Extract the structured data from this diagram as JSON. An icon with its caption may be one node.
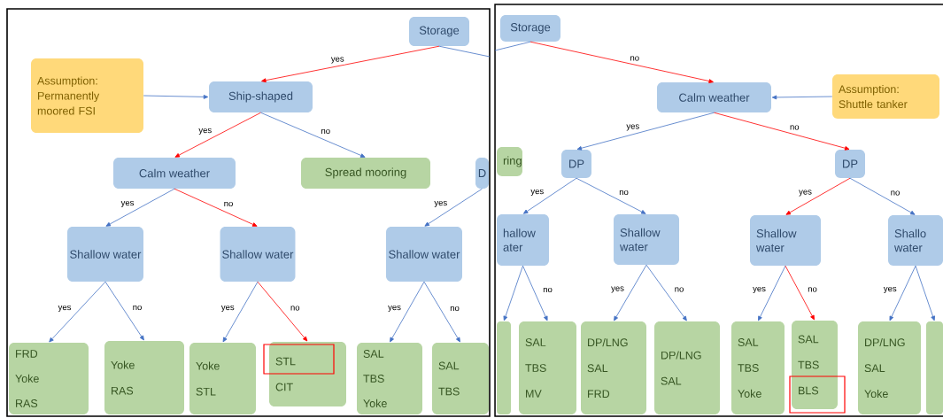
{
  "diagram": {
    "nodes": [
      {
        "text": [
          "Storage"
        ]
      },
      {
        "text": [
          "Assumption: Permanently moored FSI"
        ]
      },
      {
        "text": [
          "Ship-shaped"
        ]
      },
      {
        "text": [
          "Calm weather"
        ]
      },
      {
        "text": [
          "Spread mooring"
        ]
      },
      {
        "text": [
          "D"
        ]
      },
      {
        "text": [
          "Shallow water"
        ]
      },
      {
        "text": [
          "Shallow water"
        ]
      },
      {
        "text": [
          "Shallow water"
        ]
      },
      {
        "text": [
          "FRD",
          "Yoke",
          "RAS"
        ]
      },
      {
        "text": [
          "Yoke",
          "RAS"
        ]
      },
      {
        "text": [
          "Yoke",
          "STL"
        ]
      },
      {
        "text": [
          "STL",
          "CIT"
        ]
      },
      {
        "text": [
          "SAL",
          "TBS",
          "Yoke"
        ]
      },
      {
        "text": [
          "SAL",
          "TBS"
        ]
      },
      {
        "text": [
          "Storage"
        ]
      },
      {
        "text": [
          "Calm weather"
        ]
      },
      {
        "text": [
          "Assumption: Shuttle tanker"
        ]
      },
      {
        "text": [
          "ring"
        ]
      },
      {
        "text": [
          "DP"
        ]
      },
      {
        "text": [
          "DP"
        ]
      },
      {
        "text": [
          "hallow ater"
        ]
      },
      {
        "text": [
          "Shallow water"
        ]
      },
      {
        "text": [
          "Shallow water"
        ]
      },
      {
        "text": [
          "Shallo water"
        ]
      },
      {
        "text": [],
        "shape": "box"
      },
      {
        "text": [
          "SAL",
          "TBS",
          "MV"
        ]
      },
      {
        "text": [
          "DP/LNG",
          "SAL",
          "FRD"
        ]
      },
      {
        "text": [
          "DP/LNG",
          "SAL"
        ]
      },
      {
        "text": [
          "SAL",
          "TBS",
          "Yoke"
        ]
      },
      {
        "text": [
          "SAL",
          "TBS",
          "BLS"
        ]
      },
      {
        "text": [
          "DP/LNG",
          "SAL",
          "Yoke"
        ]
      },
      {
        "text": [],
        "shape": "box"
      }
    ],
    "edges": [
      {
        "from": 0,
        "to": 2,
        "arrow": "to",
        "label": "yes",
        "color": "#ff0000"
      },
      {
        "from": 0,
        "to": null,
        "arrow": "none"
      },
      {
        "from": 1,
        "to": 2,
        "arrow": "to"
      },
      {
        "from": 2,
        "to": 3,
        "arrow": "to",
        "label": "yes",
        "color": "#ff0000"
      },
      {
        "from": 2,
        "to": 4,
        "arrow": "to",
        "label": "no"
      },
      {
        "from": 3,
        "to": 6,
        "arrow": "to",
        "label": "yes"
      },
      {
        "from": 3,
        "to": 7,
        "arrow": "to",
        "label": "no",
        "color": "#ff0000"
      },
      {
        "from": 5,
        "to": 8,
        "arrow": "to",
        "label": "yes"
      },
      {
        "from": 6,
        "to": 9,
        "arrow": "to",
        "label": "yes"
      },
      {
        "from": 6,
        "to": 10,
        "arrow": "to",
        "label": "no"
      },
      {
        "from": 7,
        "to": 11,
        "arrow": "to",
        "label": "yes"
      },
      {
        "from": 7,
        "to": 12,
        "arrow": "to",
        "label": "no",
        "color": "#ff0000"
      },
      {
        "from": 8,
        "to": 13,
        "arrow": "to",
        "label": "yes"
      },
      {
        "from": 8,
        "to": 14,
        "arrow": "to",
        "label": "no"
      },
      {
        "from": null,
        "to": 15,
        "arrow": "none"
      },
      {
        "from": 15,
        "to": 16,
        "arrow": "to",
        "label": "no",
        "color": "#ff0000"
      },
      {
        "from": 17,
        "to": 16,
        "arrow": "to"
      },
      {
        "from": 16,
        "to": 19,
        "arrow": "to",
        "label": "yes"
      },
      {
        "from": 16,
        "to": 20,
        "arrow": "to",
        "label": "no",
        "color": "#ff0000"
      },
      {
        "from": 19,
        "to": 21,
        "arrow": "to",
        "label": "yes"
      },
      {
        "from": 19,
        "to": 22,
        "arrow": "to",
        "label": "no"
      },
      {
        "from": 20,
        "to": 23,
        "arrow": "to",
        "label": "yes",
        "color": "#ff0000"
      },
      {
        "from": 20,
        "to": 24,
        "arrow": "to",
        "label": "no"
      },
      {
        "from": 21,
        "to": 25,
        "arrow": "to"
      },
      {
        "from": 21,
        "to": 26,
        "arrow": "to",
        "label": "no"
      },
      {
        "from": 22,
        "to": 27,
        "arrow": "to",
        "label": "yes"
      },
      {
        "from": 22,
        "to": 28,
        "arrow": "to",
        "label": "no"
      },
      {
        "from": 23,
        "to": 29,
        "arrow": "to",
        "label": "yes"
      },
      {
        "from": 23,
        "to": 30,
        "arrow": "to",
        "label": "no",
        "color": "#ff0000"
      },
      {
        "from": 24,
        "to": 31,
        "arrow": "to",
        "label": "yes"
      },
      {
        "from": 24,
        "to": 32,
        "arrow": "to"
      }
    ]
  }
}
